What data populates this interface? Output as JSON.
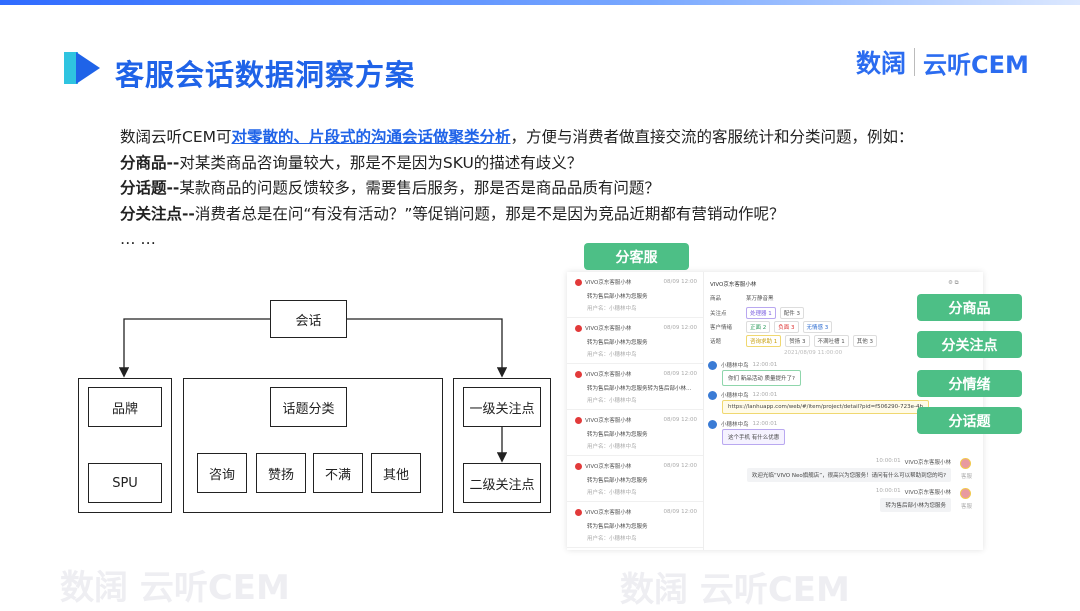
{
  "title": "客服会话数据洞察方案",
  "logo": {
    "brand": "数阔",
    "product": "云听CEM",
    "watermark": "数阔 云听CEM"
  },
  "intro": {
    "prefix": "数阔云听CEM可",
    "highlight": "对零散的、片段式的沟通会话做聚类分析",
    "suffix": "，方便与消费者做直接交流的客服统计和分类问题，例如："
  },
  "examples": [
    {
      "label": "分商品--",
      "text": "对某类商品咨询量较大，那是不是因为SKU的描述有歧义？"
    },
    {
      "label": "分话题--",
      "text": "某款商品的问题反馈较多，需要售后服务，那是否是商品品质有问题？"
    },
    {
      "label": "分关注点--",
      "text": "消费者总是在问“有没有活动？”等促销问题，那是不是因为竞品近期都有营销动作呢？"
    }
  ],
  "ellipsis": "… …",
  "diagram": {
    "root": "会话",
    "brand": "品牌",
    "spu": "SPU",
    "topic": "话题分类",
    "topics": [
      "咨询",
      "赞扬",
      "不满",
      "其他"
    ],
    "focus1": "一级关注点",
    "focus2": "二级关注点"
  },
  "panel": {
    "list": [
      {
        "name": "VIVO京东客服小林",
        "time": "08/09 12:00",
        "msg": "转为售后部小林为您服务",
        "user": "用户名：小穗林中鸟"
      },
      {
        "name": "VIVO京东客服小林",
        "time": "08/09 12:00",
        "msg": "转为售后部小林为您服务",
        "user": "用户名：小穗林中鸟"
      },
      {
        "name": "VIVO京东客服小林",
        "time": "08/09 12:00",
        "msg": "转为售后部小林为您服务转为售后部小林为您服...",
        "user": "用户名：小穗林中鸟"
      },
      {
        "name": "VIVO京东客服小林",
        "time": "08/09 12:00",
        "msg": "转为售后部小林为您服务",
        "user": "用户名：小穗林中鸟"
      },
      {
        "name": "VIVO京东客服小林",
        "time": "08/09 12:00",
        "msg": "转为售后部小林为您服务",
        "user": "用户名：小穗林中鸟"
      },
      {
        "name": "VIVO京东客服小林",
        "time": "08/09 12:00",
        "msg": "转为售后部小林为您服务",
        "user": "用户名：小穗林中鸟"
      }
    ],
    "header": "VIVO京东客服小林",
    "product_label": "商品",
    "product": "某万静音黑",
    "focus_label": "关注点",
    "focus_tags": [
      "处理器 1",
      "配件 3"
    ],
    "emotion_label": "客户情绪",
    "emotion_tags": [
      "正面 2",
      "负面 3",
      "无情感 3"
    ],
    "topic_label": "话题",
    "topic_tags": [
      "咨询求助 1",
      "赞扬 3",
      "不满吐槽 1",
      "其他 3"
    ],
    "date": "2021/08/09 11:00:00",
    "user": "小穗林中鸟",
    "time": "12:00:01",
    "msg1": "你们 新品活动 质量提升了?",
    "msg2": "https://lanhuapp.com/web/#/item/project/detail?pid=f506290-723e-4b",
    "msg3": "这个手机 有什么优惠",
    "agent": "VIVO京东客服小林",
    "agent_time": "10:00:01",
    "agent_role": "客服",
    "reply1": "欢迎光临“VIVO Neo旗舰店”，很高兴为您服务！请问有什么可以帮助到您的吗?",
    "reply2": "转为售后部小林为您服务"
  },
  "tags": {
    "product": "分商品",
    "focus": "分关注点",
    "emotion": "分情绪",
    "topic": "分话题",
    "service": "分客服"
  }
}
